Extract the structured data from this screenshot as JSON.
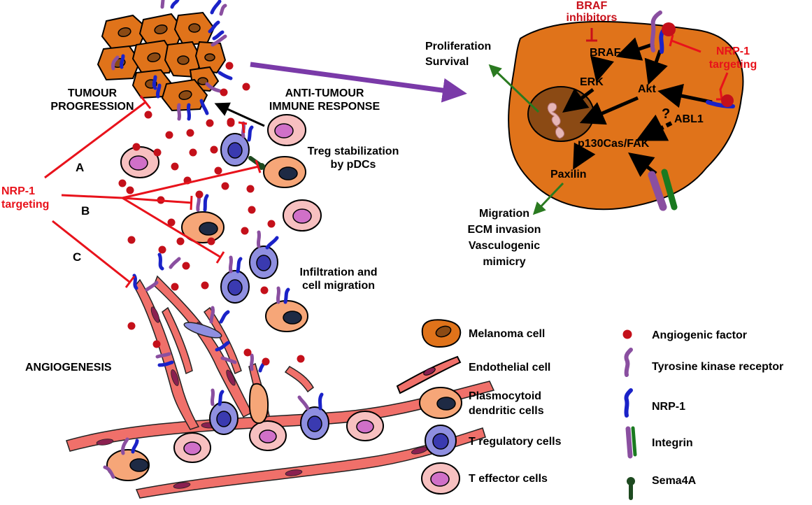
{
  "labels": {
    "tumour_progression": [
      "TUMOUR",
      "PROGRESSION"
    ],
    "anti_tumour": [
      "ANTI-TUMOUR",
      "IMMUNE RESPONSE"
    ],
    "treg_stabilization": [
      "Treg stabilization",
      "by pDCs"
    ],
    "nrp1_targeting_left": [
      "NRP-1",
      "targeting"
    ],
    "letter_a": "A",
    "letter_b": "B",
    "letter_c": "C",
    "infiltration": [
      "Infiltration and",
      "cell migration"
    ],
    "angiogenesis": "ANGIOGENESIS",
    "braf_inhibitors": [
      "BRAF",
      "inhibitors"
    ],
    "nrp1_targeting_right": [
      "NRP-1",
      "targeting"
    ],
    "proliferation": [
      "Proliferation",
      "Survival"
    ],
    "migration": [
      "Migration",
      "ECM invasion",
      "Vasculogenic",
      "mimicry"
    ]
  },
  "pathway_nodes": {
    "braf": "BRAF",
    "erk": "ERK",
    "akt": "Akt",
    "abl1": "ABL1",
    "question": "?",
    "p130": "p130Cas/FAK",
    "paxilin": "Paxilin"
  },
  "legend": {
    "melanoma": "Melanoma cell",
    "endothelial": "Endothelial cell",
    "pdc": [
      "Plasmocytoid",
      "dendritic cells"
    ],
    "treg": "T regulatory cells",
    "teff": "T effector cells",
    "angiogenic": "Angiogenic factor",
    "tkr": "Tyrosine kinase receptor",
    "nrp1": "NRP-1",
    "integrin": "Integrin",
    "sema4a": "Sema4A"
  },
  "colors": {
    "melanoma_fill": "#e0731a",
    "melanoma_dark": "#8b4a14",
    "endothelial_fill": "#f0706a",
    "pdc_fill": "#f6a678",
    "treg_fill": "#8f8fe0",
    "teff_fill": "#f7c0c0",
    "teff_nucleus": "#d070c8",
    "angiogenic_factor": "#c4101a",
    "tkr": "#8a4fa0",
    "nrp1": "#1a22c8",
    "integrin_green": "#1a7a20",
    "sema4a": "#1e4a20",
    "inhibition_red": "#e8121b",
    "arrow_green": "#2a7a20",
    "arrow_purple": "#7a3aa8"
  }
}
